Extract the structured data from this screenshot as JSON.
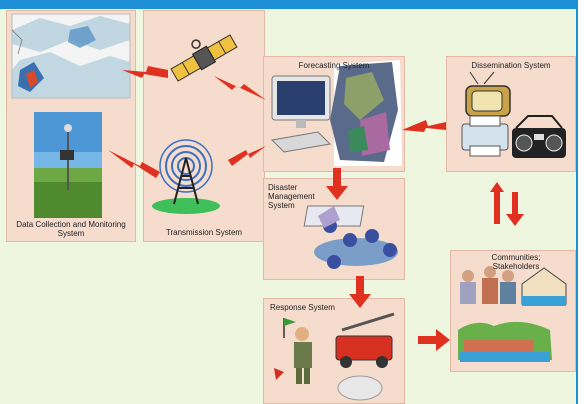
{
  "labels": {
    "data_collection": "Data Collection and Monitoring System",
    "transmission": "Transmission System",
    "forecasting": "Forecasting System",
    "dissemination": "Dissemination System",
    "disaster_management": "Disaster Management System",
    "communities": "Communities; Stakeholders",
    "response": "Response System"
  },
  "colors": {
    "box_fill": "#f6dccd",
    "background": "#eef6e0",
    "arrow": "#e03020",
    "top_bar": "#1c8fd6"
  }
}
